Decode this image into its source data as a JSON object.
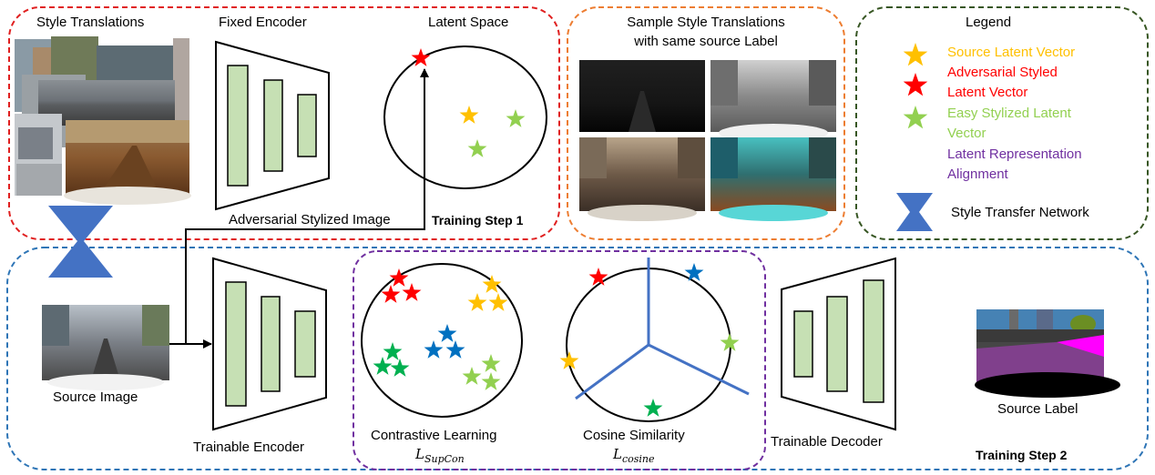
{
  "top_panel": {
    "style_translations": "Style Translations",
    "fixed_encoder": "Fixed Encoder",
    "latent_space": "Latent Space",
    "adversarial_image": "Adversarial Stylized Image",
    "training_step_1": "Training Step 1"
  },
  "samples_panel": {
    "title_line1": "Sample Style Translations",
    "title_line2": "with same source Label"
  },
  "legend": {
    "title": "Legend",
    "source_latent": "Source Latent Vector",
    "adversarial_l1": "Adversarial Styled",
    "adversarial_l2": "Latent Vector",
    "easy_l1": "Easy Stylized Latent",
    "easy_l2": "Vector",
    "alignment_l1": "Latent Representation",
    "alignment_l2": "Alignment",
    "style_network": "Style Transfer Network"
  },
  "bottom_panel": {
    "source_image": "Source Image",
    "trainable_encoder": "Trainable Encoder",
    "contrastive": "Contrastive Learning",
    "supcon_base": "L",
    "supcon_sub": "SupCon",
    "cosine": "Cosine Similarity",
    "cosine_base": "L",
    "cosine_sub": "cosine",
    "trainable_decoder": "Trainable Decoder",
    "source_label": "Source Label",
    "training_step_2": "Training Step 2"
  },
  "colors": {
    "source": "#ffc000",
    "adversarial": "#ff0000",
    "easy": "#92d050",
    "alignment": "#7030a0",
    "blue_star": "#0070c0",
    "green_star": "#00b050",
    "encoder_fill": "#c6e0b4",
    "step1_border": "#e02020",
    "samples_border": "#ed7d31",
    "legend_border": "#375623",
    "step2_border": "#2e75b6",
    "alignment_border": "#7030a0",
    "hourglass": "#4472c4"
  }
}
